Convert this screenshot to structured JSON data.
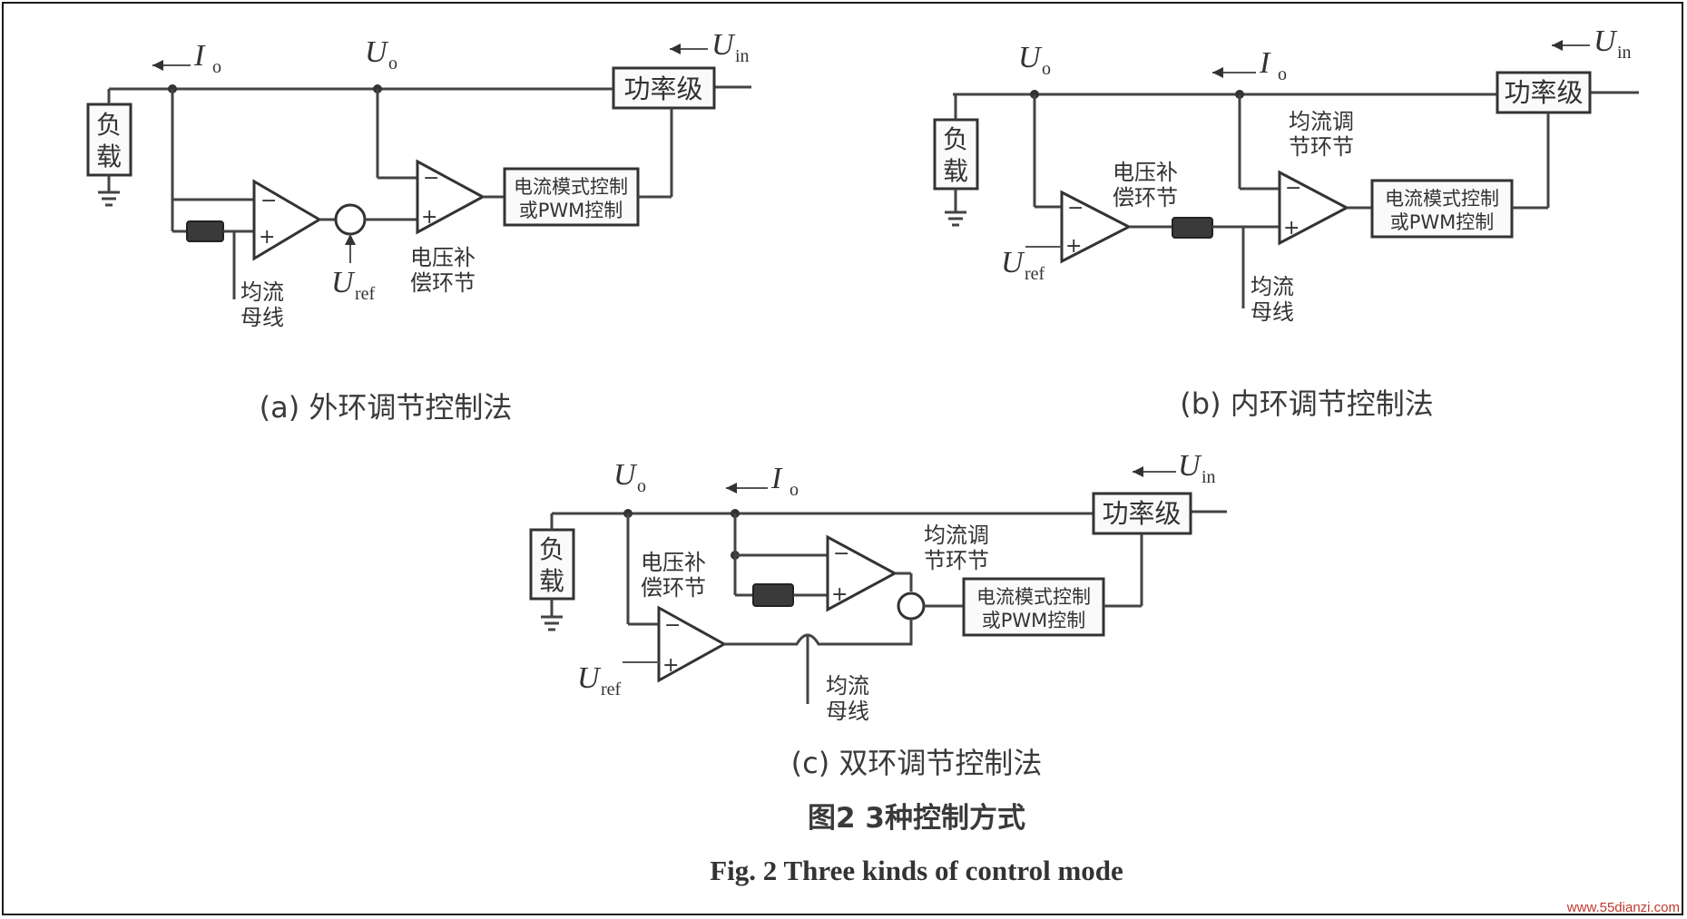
{
  "diagram_a": {
    "load": [
      "负",
      "载"
    ],
    "io": "I",
    "io_sub": "o",
    "uo": "U",
    "uo_sub": "o",
    "uin": "U",
    "uin_sub": "in",
    "power_stage": "功率级",
    "control_line1": "电流模式控制",
    "control_line2": "或PWM控制",
    "uref": "U",
    "uref_sub": "ref",
    "bus_line1": "均流",
    "bus_line2": "母线",
    "vcomp_line1": "电压补",
    "vcomp_line2": "偿环节",
    "caption": "(a) 外环调节控制法"
  },
  "diagram_b": {
    "load": [
      "负",
      "载"
    ],
    "io": "I",
    "io_sub": "o",
    "uo": "U",
    "uo_sub": "o",
    "uin": "U",
    "uin_sub": "in",
    "power_stage": "功率级",
    "control_line1": "电流模式控制",
    "control_line2": "或PWM控制",
    "uref": "U",
    "uref_sub": "ref",
    "bus_line1": "均流",
    "bus_line2": "母线",
    "vcomp_line1": "电压补",
    "vcomp_line2": "偿环节",
    "share_line1": "均流调",
    "share_line2": "节环节",
    "caption": "(b) 内环调节控制法"
  },
  "diagram_c": {
    "load": [
      "负",
      "载"
    ],
    "io": "I",
    "io_sub": "o",
    "uo": "U",
    "uo_sub": "o",
    "uin": "U",
    "uin_sub": "in",
    "power_stage": "功率级",
    "control_line1": "电流模式控制",
    "control_line2": "或PWM控制",
    "uref": "U",
    "uref_sub": "ref",
    "bus_line1": "均流",
    "bus_line2": "母线",
    "vcomp_line1": "电压补",
    "vcomp_line2": "偿环节",
    "share_line1": "均流调",
    "share_line2": "节环节",
    "caption": "(c) 双环调节控制法"
  },
  "figure": {
    "title_cn": "图2   3种控制方式",
    "title_en": "Fig. 2  Three kinds of control mode"
  },
  "watermark": "www.55dianzi.com"
}
